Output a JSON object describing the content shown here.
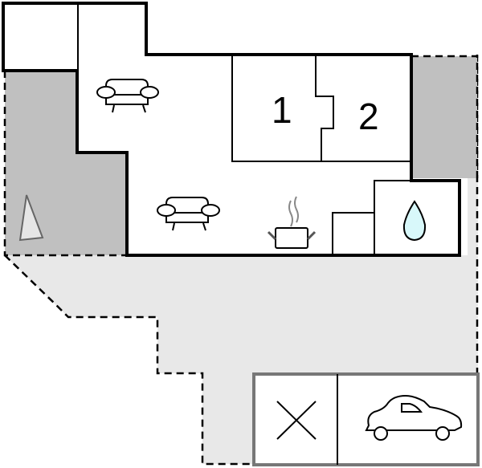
{
  "floorplan": {
    "colors": {
      "terrace_dark": "#c0c0c0",
      "terrace_light": "#e8e8e8",
      "wall": "#000000",
      "garage_border": "#777777",
      "water": "#d8f8fa",
      "compass": "#e6e6e6"
    },
    "rooms": [
      {
        "id": "bedroom-1",
        "label": "1"
      },
      {
        "id": "bedroom-2",
        "label": "2"
      }
    ],
    "icons": [
      "sofa-icon-upper",
      "sofa-icon-lower",
      "kitchen-pot-icon",
      "water-drop-icon",
      "compass-triangle-icon",
      "no-parking-x-icon",
      "car-icon"
    ]
  }
}
